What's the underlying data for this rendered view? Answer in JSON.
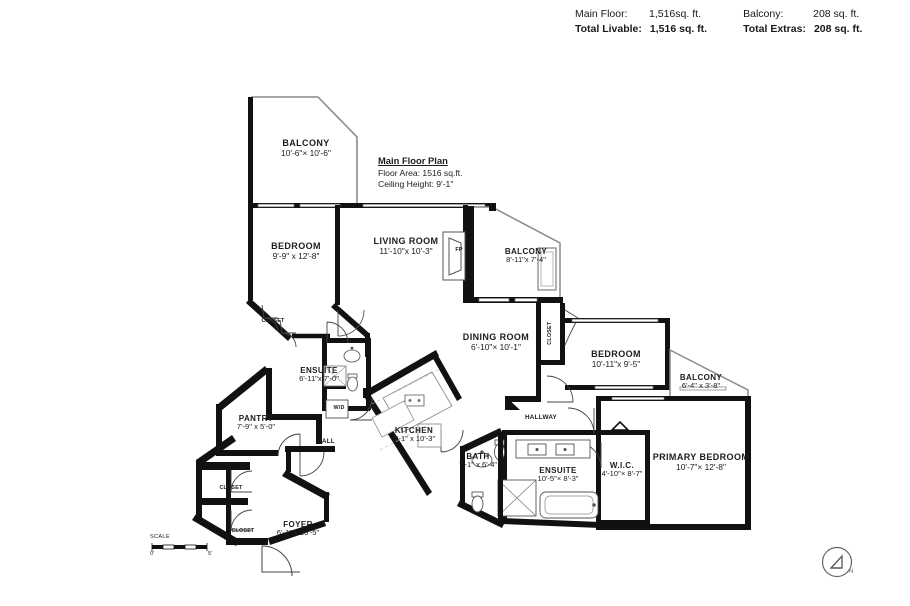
{
  "summary": {
    "columns": [
      {
        "rows": [
          {
            "label": "Main Floor:",
            "value": "1,516sq. ft.",
            "bold": false
          },
          {
            "label": "Total Livable:",
            "value": "1,516 sq. ft.",
            "bold": true
          }
        ]
      },
      {
        "rows": [
          {
            "label": "Balcony:",
            "value": "208 sq. ft.",
            "bold": false
          },
          {
            "label": "Total Extras:",
            "value": "208 sq. ft.",
            "bold": true
          }
        ]
      }
    ]
  },
  "title_block": {
    "title": "Main Floor Plan",
    "floor_area": "Floor Area: 1516 sq.ft.",
    "ceiling_height": "Ceiling Height: 9'-1\""
  },
  "scale": {
    "label": "SCALE",
    "start": "0'",
    "end": "5'"
  },
  "compass": {
    "icon": "north-arrow-icon",
    "letter": "N"
  },
  "rooms": [
    {
      "key": "balcony_nw",
      "name": "BALCONY",
      "dim": "10'-6\"× 10'-6\""
    },
    {
      "key": "bedroom_nw",
      "name": "BEDROOM",
      "dim": "9'-9\" x 12'-8\""
    },
    {
      "key": "living_room",
      "name": "LIVING ROOM",
      "dim": "11'-10\"x 10'-3\""
    },
    {
      "key": "balcony_center",
      "name": "BALCONY",
      "dim": "8'-11\"x  7'-4\""
    },
    {
      "key": "dining_room",
      "name": "DINING ROOM",
      "dim": "6'-10\"× 10'-1\""
    },
    {
      "key": "bedroom_east",
      "name": "BEDROOM",
      "dim": "10'-11\"x  9'-5\""
    },
    {
      "key": "balcony_east",
      "name": "BALCONY",
      "dim": "6'-4\" x  3'-8\""
    },
    {
      "key": "primary_bedroom",
      "name": "PRIMARY BEDROOM",
      "dim": "10'-7\"× 12'-8\""
    },
    {
      "key": "wic",
      "name": "W.I.C.",
      "dim": "4'-10\"×  8'-7\""
    },
    {
      "key": "ensuite_primary",
      "name": "ENSUITE",
      "dim": "10'-5\"×  8'-3\""
    },
    {
      "key": "bath",
      "name": "BATH",
      "dim": "7'-1\" x  6'-4\""
    },
    {
      "key": "kitchen",
      "name": "KITCHEN",
      "dim": "8'-1\" x 10'-3\""
    },
    {
      "key": "pantry",
      "name": "PANTRY",
      "dim": "7'-9\" x  5'-0\""
    },
    {
      "key": "ensuite_nw",
      "name": "ENSUITE",
      "dim": "6'-11\"x  7'-0\""
    },
    {
      "key": "foyer",
      "name": "FOYER",
      "dim": "6'-1\" x 10'-5\""
    }
  ],
  "small_labels": {
    "closet_bedroom_nw": "CLOSET",
    "closet_dining": "CLOSET",
    "closet_foyer_upper": "CLOSET",
    "closet_foyer_lower": "CLOSET",
    "hallway": "HALLWAY",
    "hall": "HALL",
    "washer_dryer": "W/D",
    "fireplace": "FP"
  },
  "colors": {
    "wall": "#111111",
    "thin_wall": "#5a5a5a",
    "fixture": "#4a4a4a",
    "text": "#1c1c1c",
    "background": "#ffffff"
  }
}
